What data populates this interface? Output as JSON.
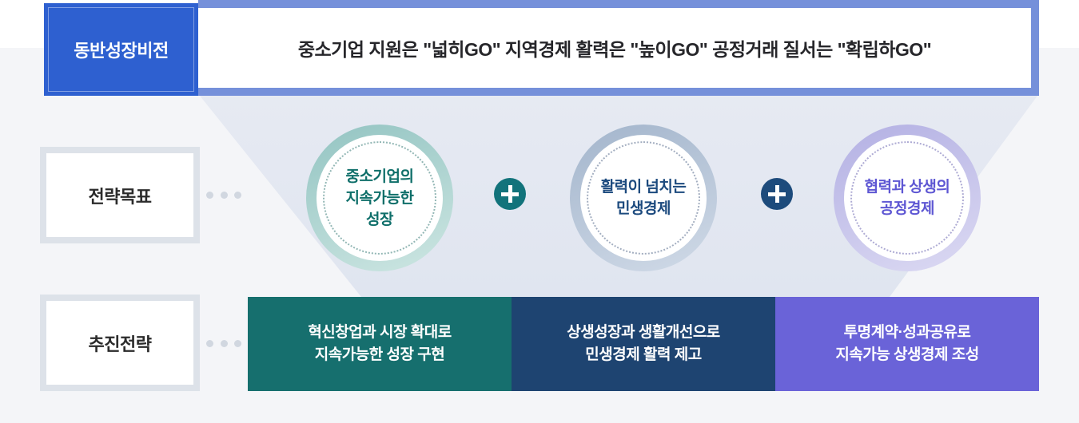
{
  "header": {
    "label": "동반성장비전",
    "vision": "중소기업 지원은 \"넓히GO\" 지역경제 활력은 \"높이GO\" 공정거래 질서는 \"확립하GO\""
  },
  "goals": {
    "label": "전략목표",
    "items": [
      {
        "text": "중소기업의\n지속가능한\n성장",
        "theme": "teal"
      },
      {
        "text": "활력이 넘치는\n민생경제",
        "theme": "navy"
      },
      {
        "text": "협력과 상생의\n공정경제",
        "theme": "purple"
      }
    ],
    "connectors": [
      "plus",
      "plus"
    ]
  },
  "strategies": {
    "label": "추진전략",
    "items": [
      {
        "text": "혁신창업과 시장 확대로\n지속가능한 성장 구현",
        "theme": "teal"
      },
      {
        "text": "상생성장과 생활개선으로\n민생경제 활력 제고",
        "theme": "navy"
      },
      {
        "text": "투명계약·성과공유로\n지속가능 상생경제 조성",
        "theme": "purple"
      }
    ]
  },
  "colors": {
    "page-bg": "#f4f5f8",
    "brand-blue": "#2e60d0",
    "periwinkle": "#7590da",
    "frame-gray": "#dde2e9",
    "dot-gray": "#d1d7e0",
    "funnel-top": "#e9ecf4",
    "funnel-bottom": "#dce2ee",
    "teal": "#166f6e",
    "navy": "#1e4471",
    "purple": "#6a63d8",
    "plus-teal": "#12737b",
    "plus-navy": "#1d4b7c",
    "c1-ring-a": "#93c4c2",
    "c1-ring-b": "#cde6e2",
    "c1-dotted": "#93b7b5",
    "c1-text": "#0f6f6a",
    "c2-ring-a": "#a3b5cc",
    "c2-ring-b": "#d0dae7",
    "c2-dotted": "#a3aec0",
    "c2-text": "#1c4a7e",
    "c3-ring-a": "#b3b0e3",
    "c3-ring-b": "#dcdaf3",
    "c3-dotted": "#aeabd4",
    "c3-text": "#5e57d3"
  }
}
